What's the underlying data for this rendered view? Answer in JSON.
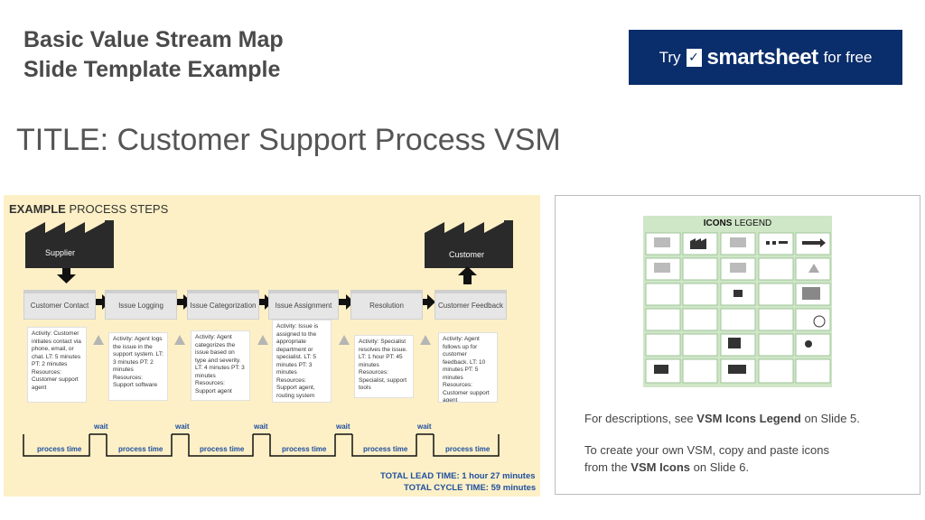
{
  "header": {
    "title_line1": "Basic Value Stream Map",
    "title_line2": "Slide Template Example",
    "cta_try": "Try",
    "cta_brand": "smartsheet",
    "cta_free": "for free"
  },
  "slide_title": "TITLE: Customer Support Process VSM",
  "diagram": {
    "heading_bold": "EXAMPLE",
    "heading_rest": " PROCESS STEPS",
    "supplier": "Supplier",
    "customer": "Customer",
    "steps": [
      "Customer Contact",
      "Issue Logging",
      "Issue Categorization",
      "Issue Assignment",
      "Resolution",
      "Customer Feedback"
    ],
    "notes": [
      "Activity: Customer initiates contact via phone, email, or chat. LT: 5 minutes PT: 2 minutes Resources: Customer support agent",
      "Activity: Agent logs the issue in the support system. LT: 3 minutes PT: 2 minutes Resources: Support software",
      "Activity: Agent categorizes the issue based on type and severity. LT: 4 minutes PT: 3 minutes Resources: Support agent",
      "Activity: Issue is assigned to the appropriate department or specialist. LT: 5 minutes PT: 3 minutes Resources: Support agent, routing system",
      "Activity: Specialist resolves the issue. LT: 1 hour PT: 45 minutes Resources: Specialist, support tools",
      "Activity: Agent follows up for customer feedback. LT: 10 minutes PT: 5 minutes Resources: Customer support agent"
    ],
    "process_time_label": "process time",
    "wait_label": "wait",
    "total_lead": "TOTAL LEAD TIME: 1 hour 27 minutes",
    "total_cycle": "TOTAL CYCLE TIME: 59 minutes"
  },
  "legend": {
    "title_bold": "ICONS",
    "title_rest": " LEGEND"
  },
  "right_text": {
    "line1_pre": "For descriptions, see ",
    "line1_bold": "VSM Icons Legend",
    "line1_post": " on Slide 5.",
    "line2": "To create your own VSM, copy and paste icons",
    "line3_pre": "from the ",
    "line3_bold": "VSM Icons",
    "line3_post": " on Slide 6."
  }
}
